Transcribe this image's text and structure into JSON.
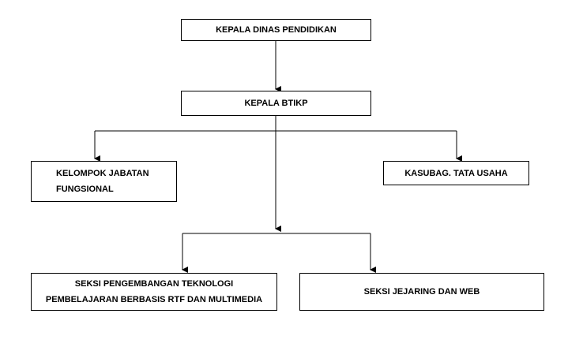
{
  "nodes": {
    "kepala_dinas": "KEPALA DINAS PENDIDIKAN",
    "kepala_btikp": "KEPALA BTIKP",
    "kelompok_line1": "KELOMPOK JABATAN",
    "kelompok_line2": "FUNGSIONAL",
    "kasubag": "KASUBAG. TATA USAHA",
    "seksi_teknologi_line1": "SEKSI PENGEMBANGAN TEKNOLOGI",
    "seksi_teknologi_line2": "PEMBELAJARAN BERBASIS RTF DAN MULTIMEDIA",
    "seksi_jejaring": "SEKSI JEJARING DAN WEB"
  }
}
